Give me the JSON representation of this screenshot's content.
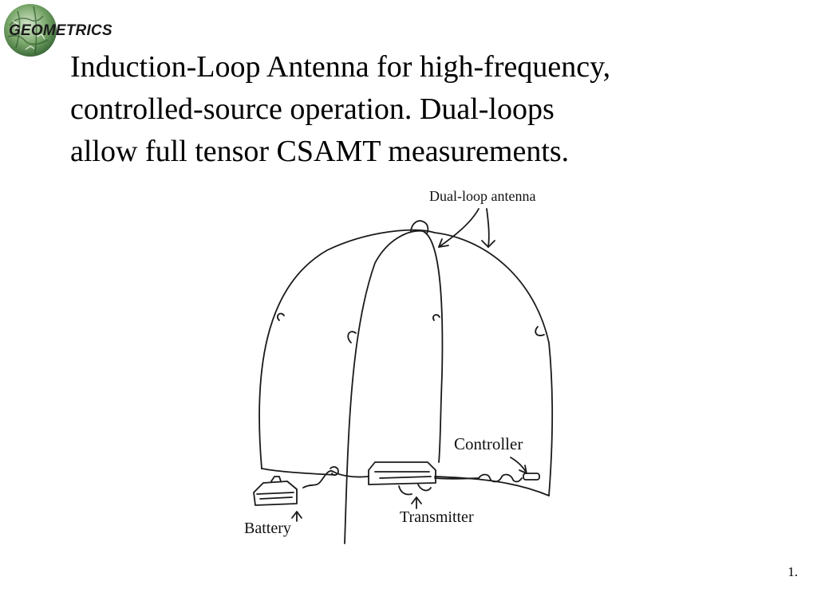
{
  "logo": {
    "text": "GEOMETRICS"
  },
  "title": {
    "lines": [
      "Induction-Loop Antenna for high-frequency,",
      "controlled-source operation.  Dual-loops",
      "allow full tensor CSAMT measurements."
    ]
  },
  "diagram": {
    "labels": {
      "antenna": "Dual-loop antenna",
      "controller": "Controller",
      "transmitter": "Transmitter",
      "battery": "Battery"
    }
  },
  "page_number": "1."
}
